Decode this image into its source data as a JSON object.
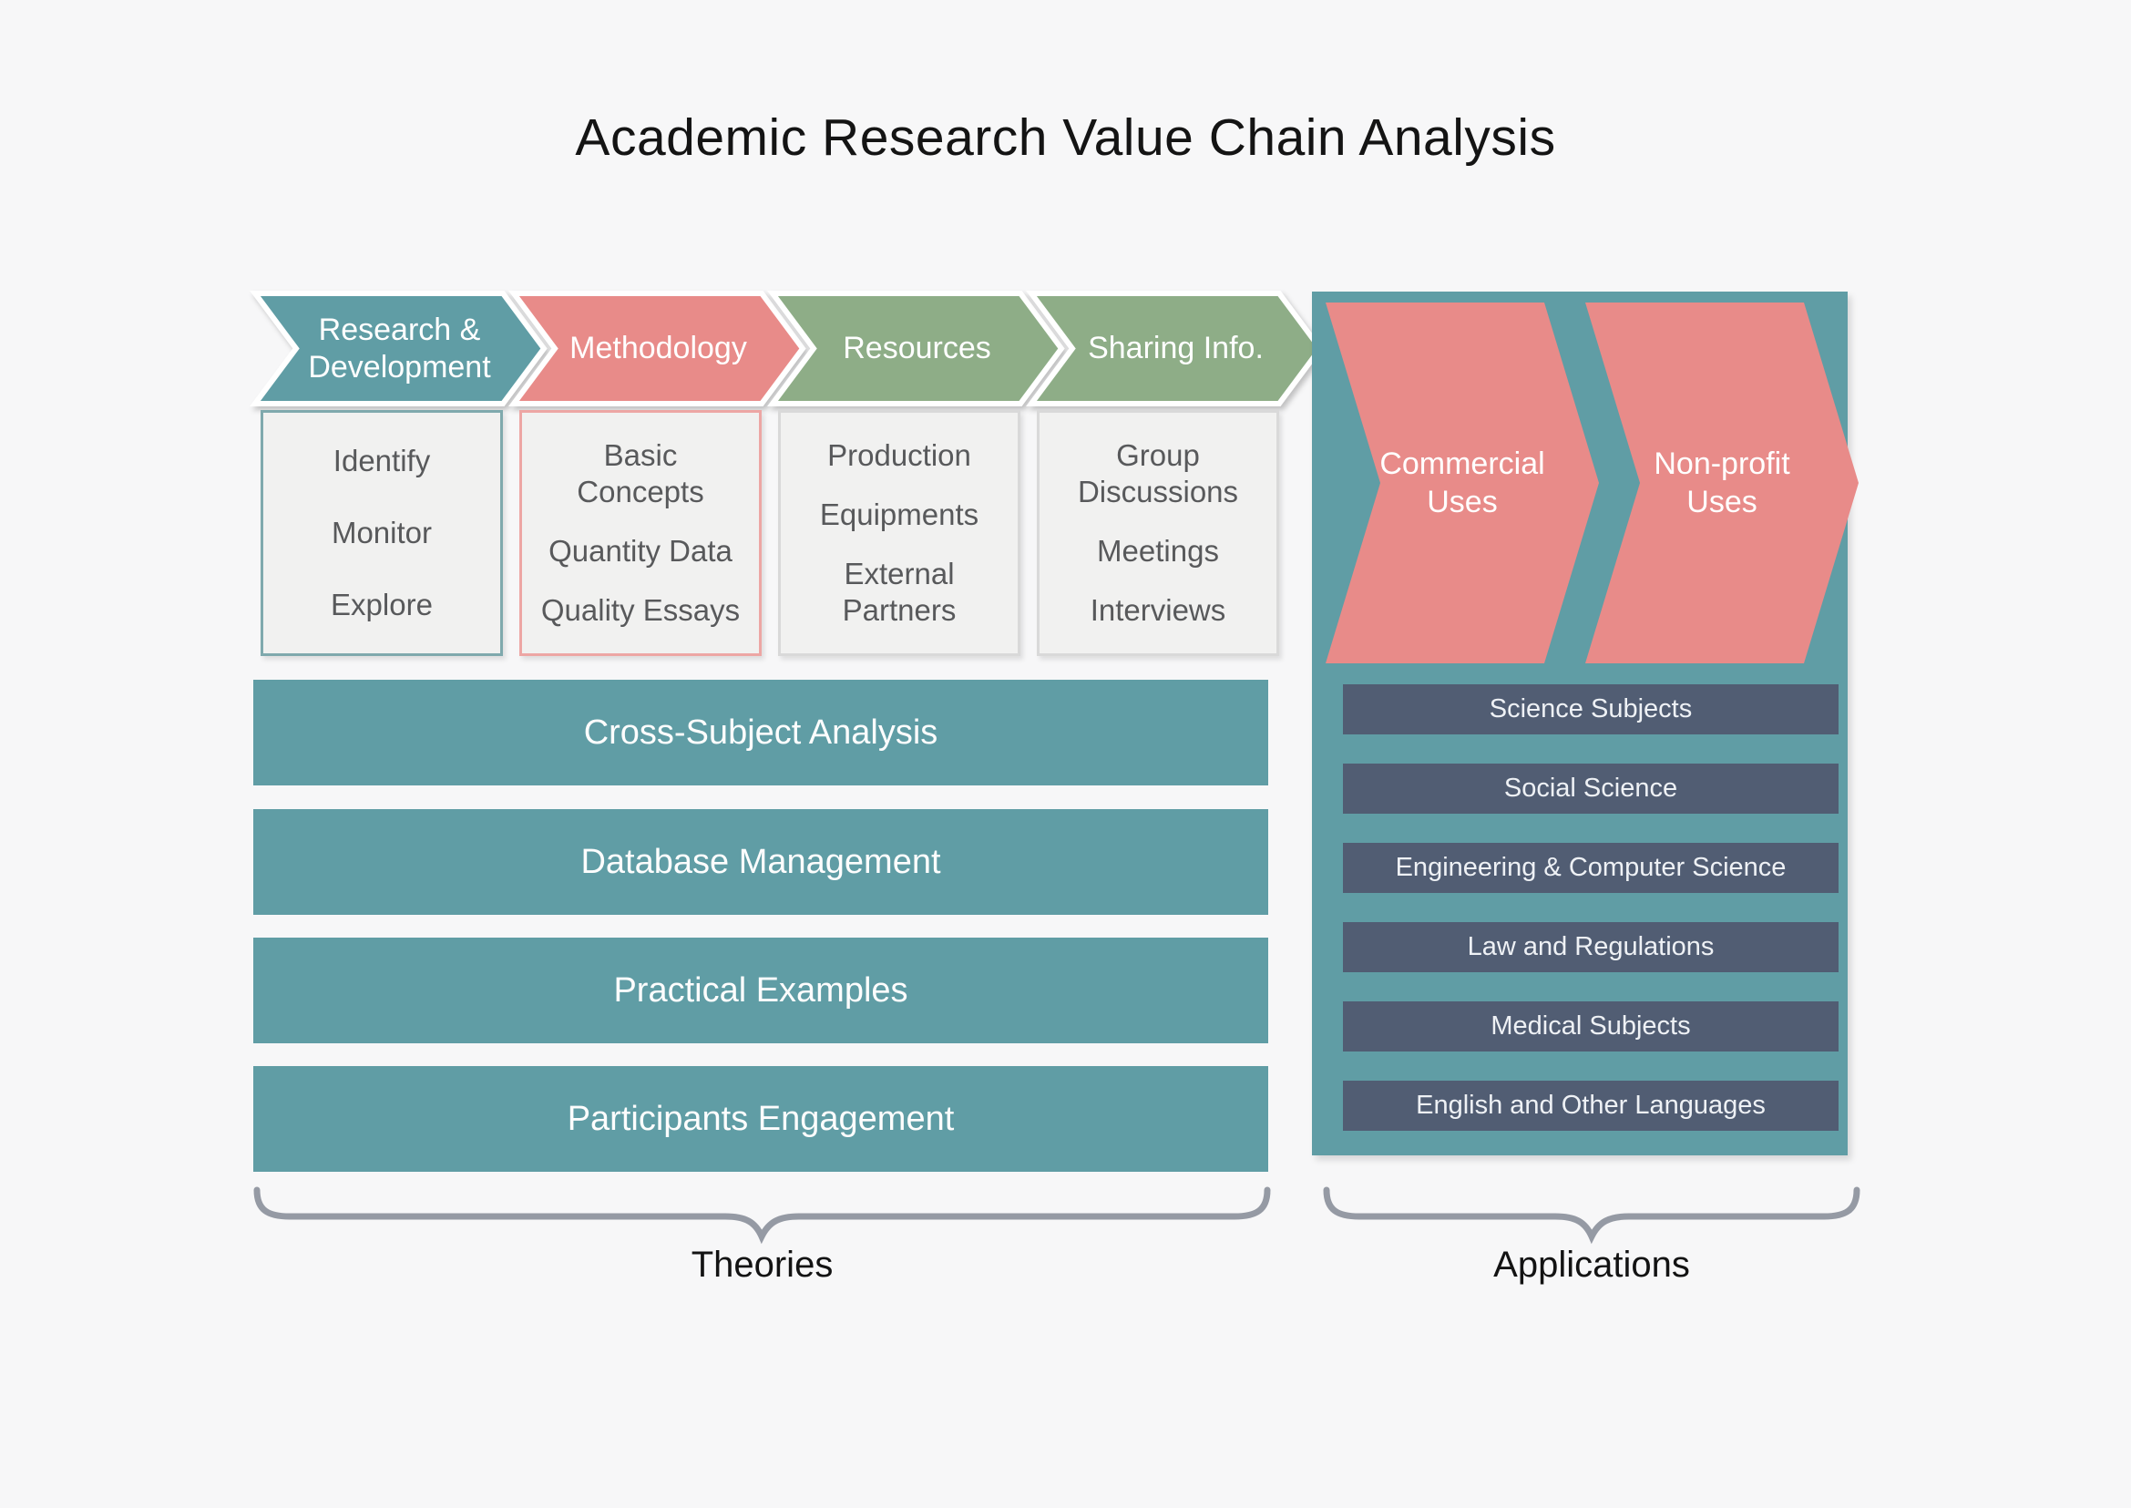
{
  "title": "Academic Research Value Chain Analysis",
  "colors": {
    "background": "#f7f7f8",
    "teal": "#609da5",
    "red": "#e88b89",
    "green": "#8ead87",
    "slate": "#515d73",
    "box_fill": "#f1f1f0",
    "box_border_teal": "#7fa9ad",
    "box_border_red": "#eda6a4",
    "box_border_gray": "#d9d9d9",
    "brace": "#959aa4",
    "arrow_outline": "#ffffff"
  },
  "chain": {
    "stages": [
      {
        "label": "Research &\nDevelopment",
        "color": "#609da5",
        "items": [
          "Identify",
          "Monitor",
          "Explore"
        ]
      },
      {
        "label": "Methodology",
        "color": "#e88b89",
        "items": [
          "Basic\nConcepts",
          "Quantity Data",
          "Quality Essays"
        ]
      },
      {
        "label": "Resources",
        "color": "#8ead87",
        "items": [
          "Production",
          "Equipments",
          "External\nPartners"
        ]
      },
      {
        "label": "Sharing Info.",
        "color": "#8ead87",
        "items": [
          "Group\nDiscussions",
          "Meetings",
          "Interviews"
        ]
      }
    ],
    "bars": [
      "Cross-Subject Analysis",
      "Database Management",
      "Practical Examples",
      "Participants Engagement"
    ],
    "brace_label": "Theories"
  },
  "applications": {
    "chevron_color": "#e88b89",
    "chevrons": [
      "Commercial\nUses",
      "Non-profit\nUses"
    ],
    "subjects": [
      "Science Subjects",
      "Social Science",
      "Engineering & Computer Science",
      "Law and Regulations",
      "Medical Subjects",
      "English and Other Languages"
    ],
    "brace_label": "Applications"
  }
}
